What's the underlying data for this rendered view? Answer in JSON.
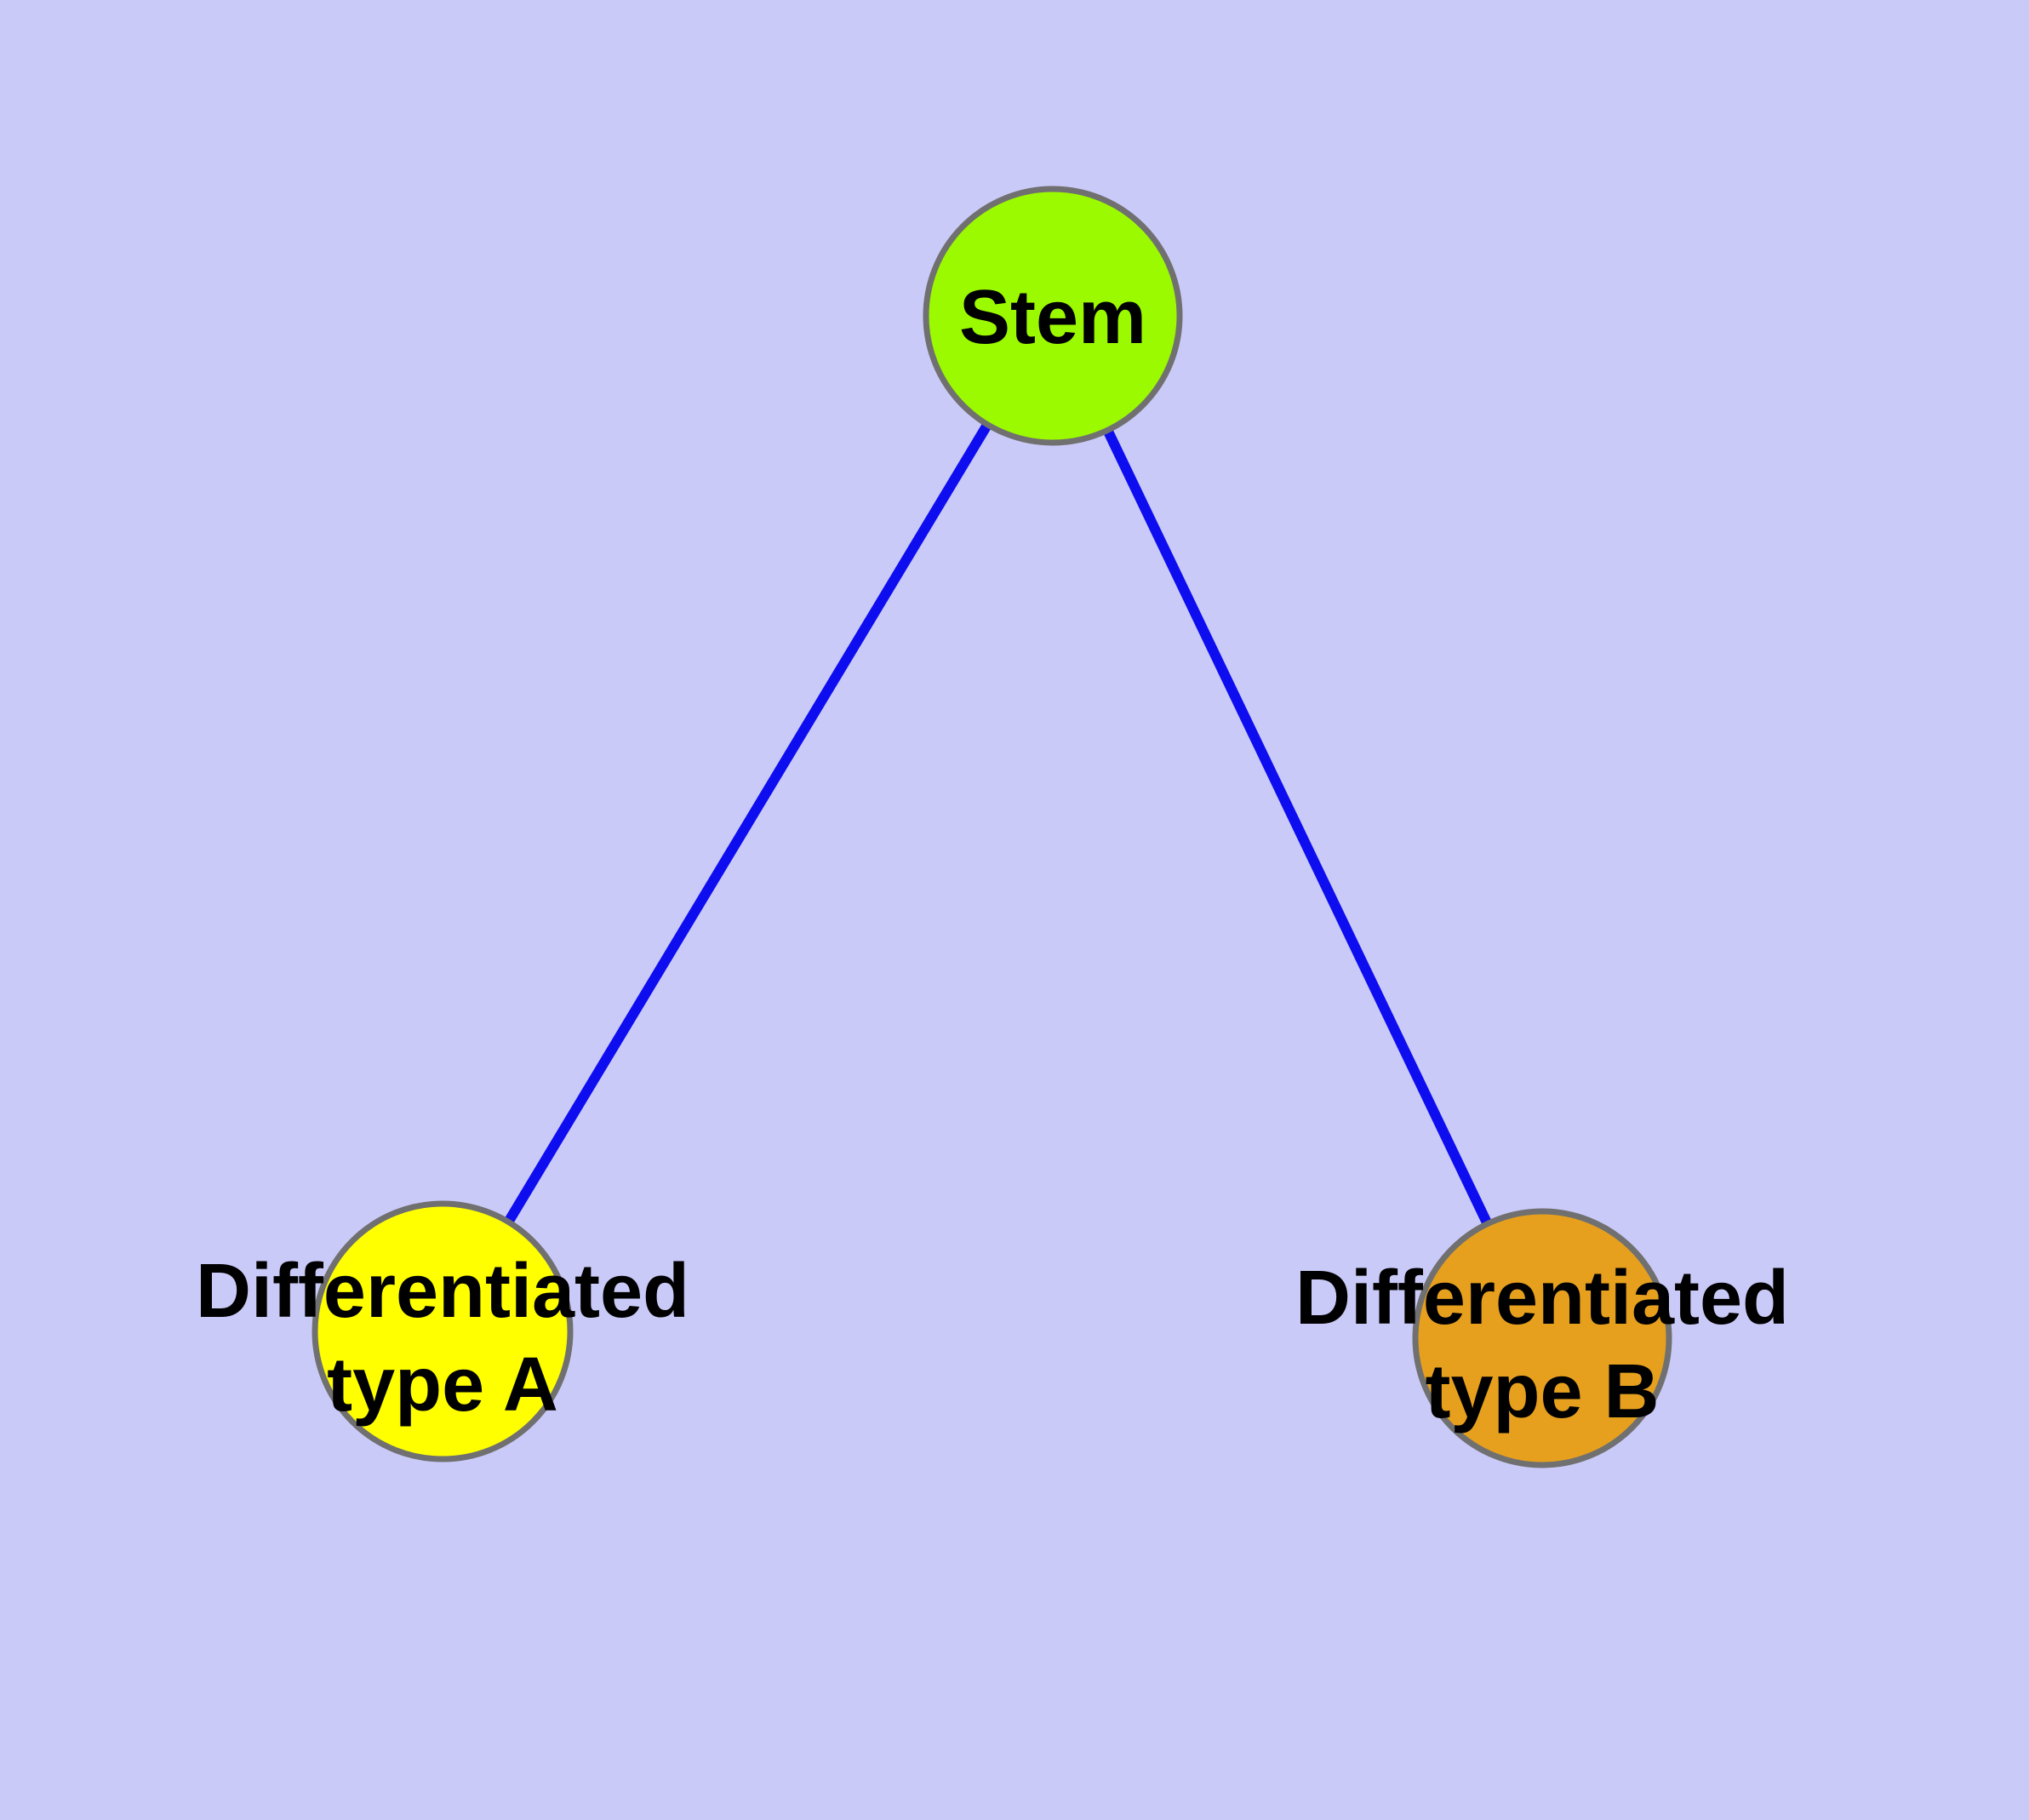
{
  "diagram": {
    "background_color": "#CACAF8",
    "edge_color": "#0D0DF0",
    "node_border_color": "#707070",
    "label_color": "#000000",
    "nodes": [
      {
        "id": "stem",
        "label_lines": [
          "Stem"
        ],
        "color": "#9BFA00"
      },
      {
        "id": "differentiated-type-a",
        "label_lines": [
          "Differentiated",
          "type A"
        ],
        "color": "#FFFF00"
      },
      {
        "id": "differentiated-type-b",
        "label_lines": [
          "Differentiated",
          "type B"
        ],
        "color": "#E6A01E"
      }
    ],
    "edges": [
      {
        "from": "stem",
        "to": "differentiated-type-a"
      },
      {
        "from": "stem",
        "to": "differentiated-type-b"
      }
    ]
  }
}
